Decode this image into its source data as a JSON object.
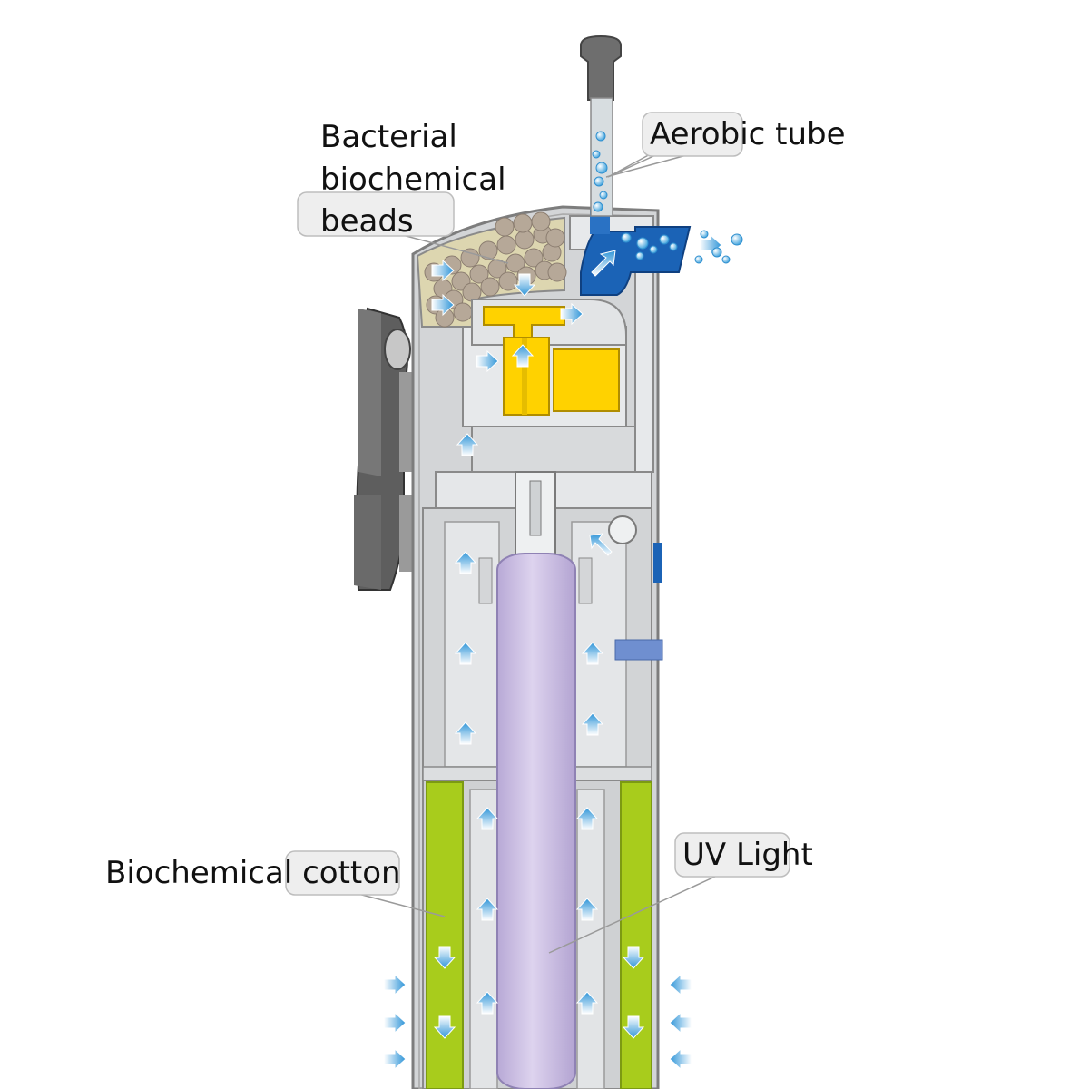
{
  "labels": {
    "aerobic_tube": "Aerobic tube",
    "beads_line1": "Bacterial",
    "beads_line2": "biochemical",
    "beads_line3": "beads",
    "cotton": "Biochemical cotton",
    "uv_light": "UV Light"
  },
  "colors": {
    "housing": "#8a8a8a",
    "housing_fill": "#d6d8da",
    "chamber": "#e6e8ea",
    "beads_fill": "#d9d2aa",
    "bead": "#b5a797",
    "impeller": "#ffd200",
    "outlet": "#1a5fb0",
    "cotton": "#a8cc1c",
    "uv_tube": "#cbbfe2",
    "arrow": "#3aa0dc",
    "label_box": "#ececec"
  },
  "icons": [
    "arrow-up-icon",
    "arrow-down-icon",
    "arrow-right-icon",
    "arrow-left-icon",
    "bubble-icon"
  ]
}
